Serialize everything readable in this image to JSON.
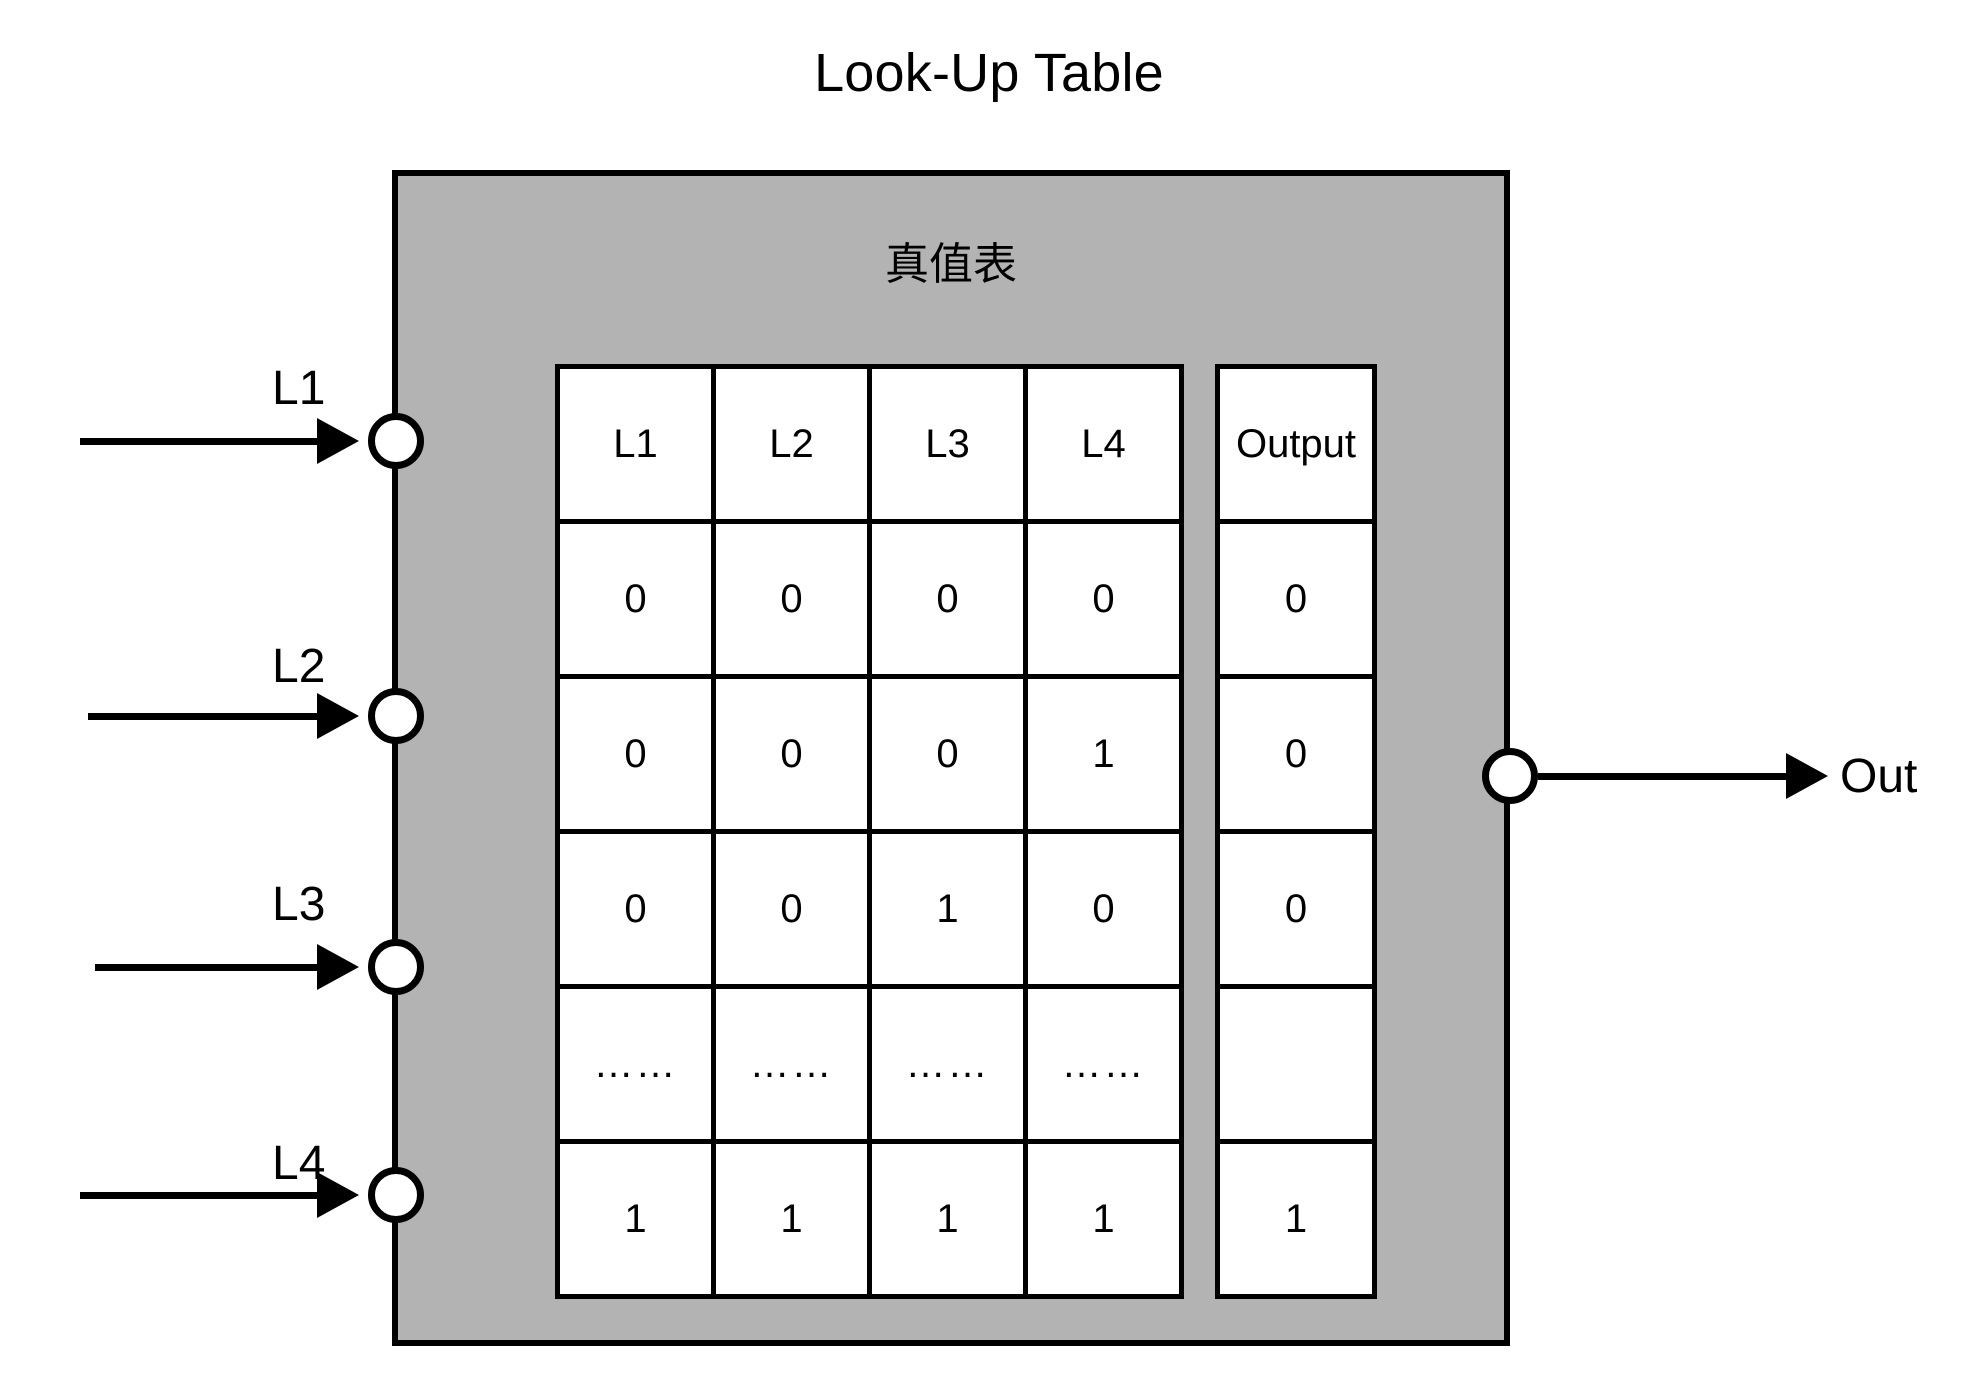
{
  "title": "Look-Up Table",
  "block": {
    "subtitle": "真值表",
    "fill_color": "#b3b3b3",
    "border_color": "#000000"
  },
  "inputs": [
    {
      "label": "L1",
      "port_name": "input-port-l1"
    },
    {
      "label": "L2",
      "port_name": "input-port-l2"
    },
    {
      "label": "L3",
      "port_name": "input-port-l3"
    },
    {
      "label": "L4",
      "port_name": "input-port-l4"
    }
  ],
  "output": {
    "label": "Out",
    "port_name": "output-port-out"
  },
  "chart_data": {
    "type": "table",
    "title": "真值表",
    "columns": [
      "L1",
      "L2",
      "L3",
      "L4",
      "Output"
    ],
    "input_columns": [
      "L1",
      "L2",
      "L3",
      "L4"
    ],
    "output_column": "Output",
    "rows": [
      {
        "inputs": [
          "0",
          "0",
          "0",
          "0"
        ],
        "output": "0"
      },
      {
        "inputs": [
          "0",
          "0",
          "0",
          "1"
        ],
        "output": "0"
      },
      {
        "inputs": [
          "0",
          "0",
          "1",
          "0"
        ],
        "output": "0"
      },
      {
        "inputs": [
          "……",
          "……",
          "……",
          "……"
        ],
        "output": ""
      },
      {
        "inputs": [
          "1",
          "1",
          "1",
          "1"
        ],
        "output": "1"
      }
    ]
  }
}
